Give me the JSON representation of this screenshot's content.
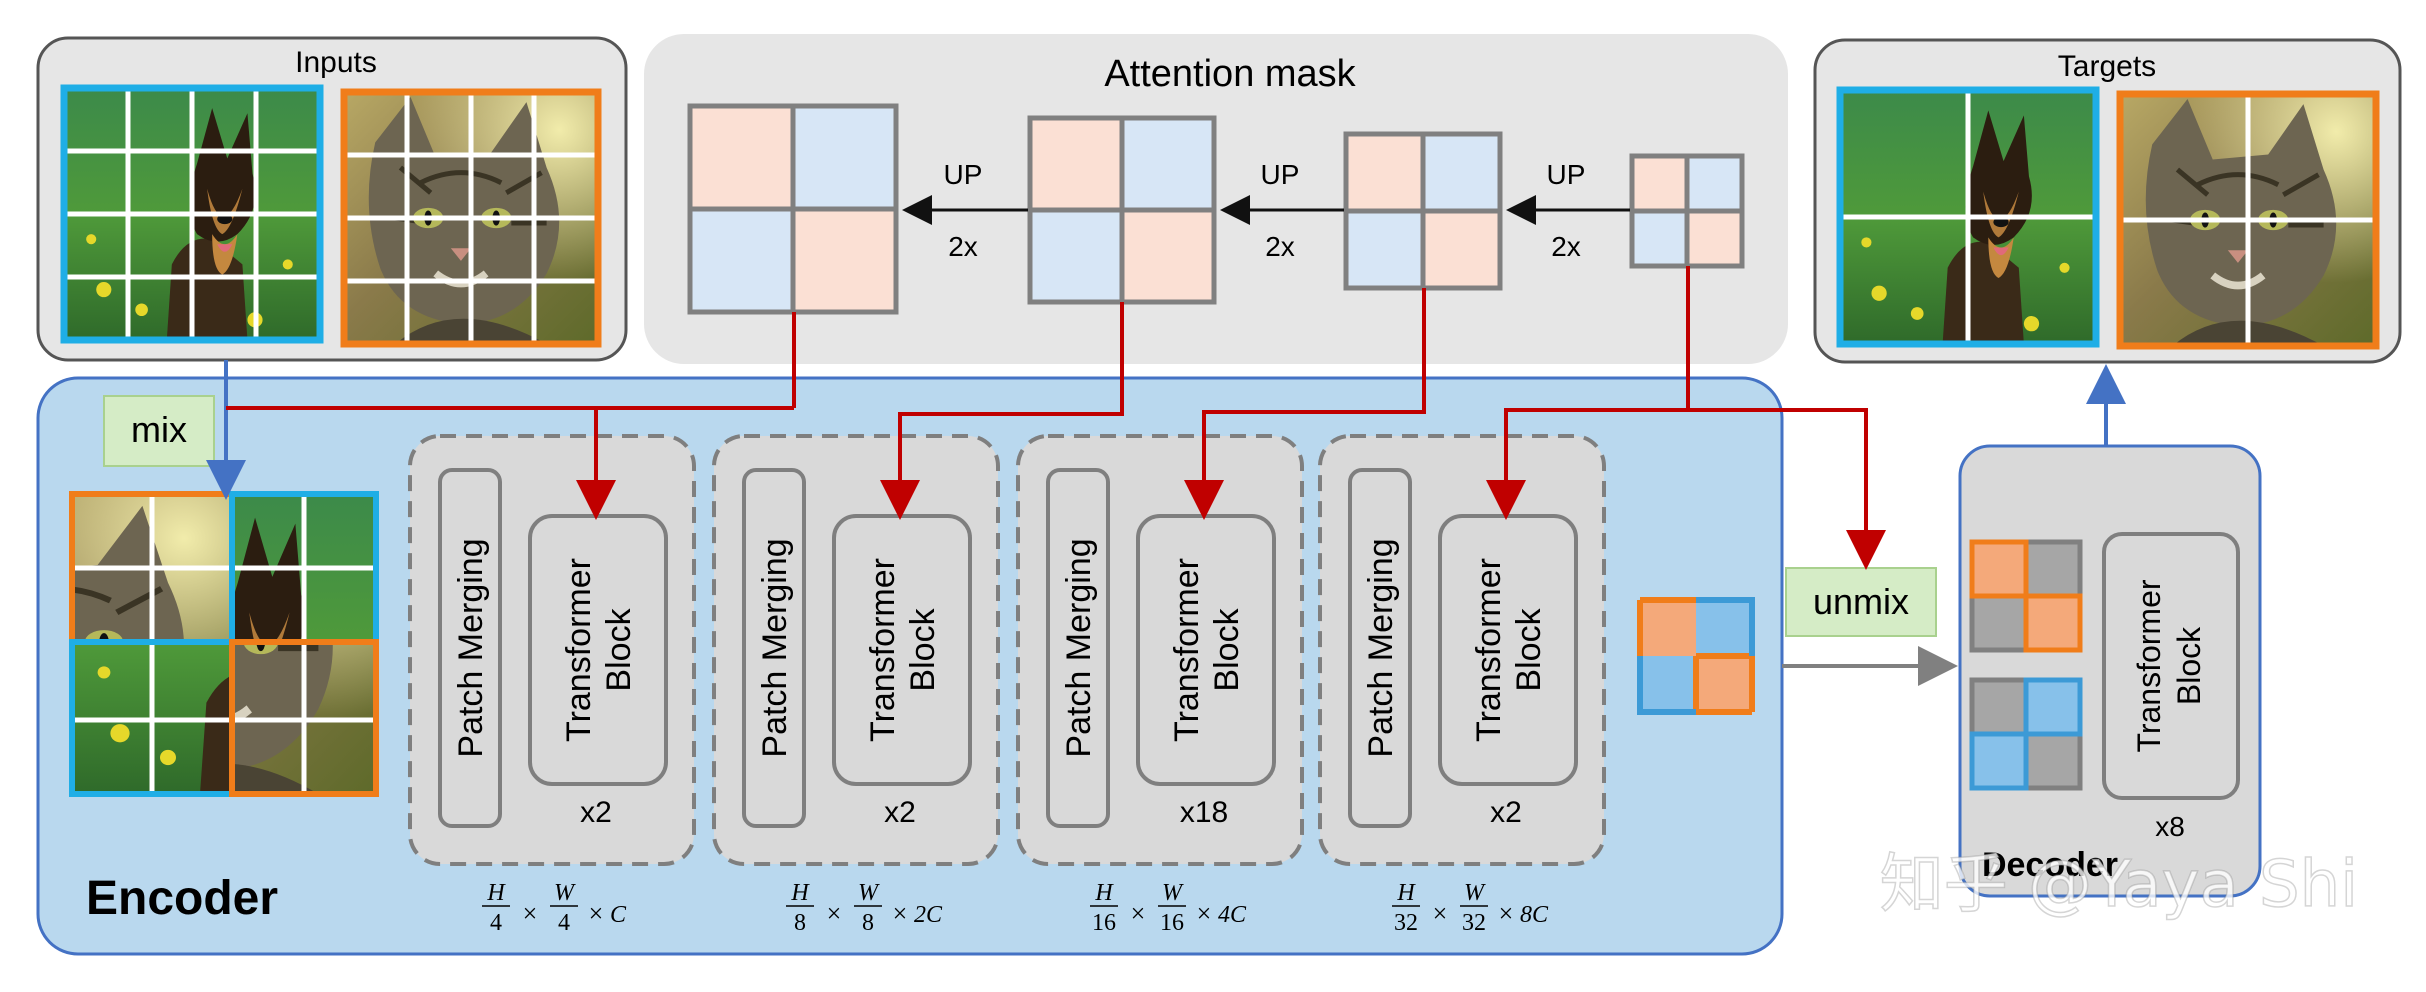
{
  "panels": {
    "inputs_title": "Inputs",
    "targets_title": "Targets",
    "attention_title": "Attention mask",
    "encoder_title": "Encoder",
    "decoder_title": "Decoder"
  },
  "labels": {
    "mix": "mix",
    "unmix": "unmix",
    "up": "UP",
    "scale": "2x"
  },
  "stages": [
    {
      "merge": "Patch Merging",
      "block_line1": "Transformer",
      "block_line2": "Block",
      "repeat": "x2",
      "div": "4",
      "ch": "C"
    },
    {
      "merge": "Patch Merging",
      "block_line1": "Transformer",
      "block_line2": "Block",
      "repeat": "x2",
      "div": "8",
      "ch": "2C"
    },
    {
      "merge": "Patch Merging",
      "block_line1": "Transformer",
      "block_line2": "Block",
      "repeat": "x18",
      "div": "16",
      "ch": "4C"
    },
    {
      "merge": "Patch Merging",
      "block_line1": "Transformer",
      "block_line2": "Block",
      "repeat": "x2",
      "div": "32",
      "ch": "8C"
    }
  ],
  "decoder": {
    "block_line1": "Transformer",
    "block_line2": "Block",
    "repeat": "x8"
  },
  "math": {
    "H": "H",
    "W": "W",
    "times": "×"
  },
  "watermark": "知乎 @Yaya Shi",
  "colors": {
    "blue_frame": "#1faee6",
    "orange_frame": "#f07d1a",
    "pink_cell": "#fbe0d4",
    "light_blue_cell": "#d7e6f6",
    "encoder_bg": "#b9d8ee",
    "panel_bg": "#e6e6e6",
    "arrow_red": "#c00000",
    "arrow_blue": "#4472c4",
    "label_green": "#d5ecc6"
  },
  "icons": [
    "dog-photo",
    "cat-photo"
  ]
}
